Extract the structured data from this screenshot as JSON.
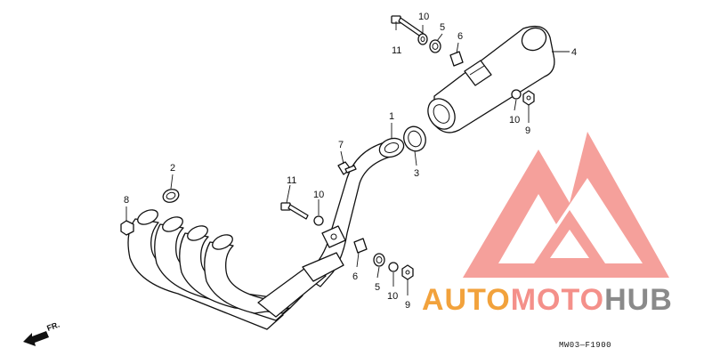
{
  "diagram": {
    "figure_code": "MW03—F1900",
    "direction_label": "FR.",
    "callouts": {
      "c1": "1",
      "c2": "2",
      "c3": "3",
      "c4": "4",
      "c5a": "5",
      "c5b": "5",
      "c6a": "6",
      "c6b": "6",
      "c7": "7",
      "c8": "8",
      "c9a": "9",
      "c9b": "9",
      "c10a": "10",
      "c10b": "10",
      "c10c": "10",
      "c10d": "10",
      "c11a": "11",
      "c11b": "11"
    }
  },
  "watermark": {
    "part1": "AUTO",
    "part2": "MOTO",
    "part3": "HUB",
    "colors": {
      "orange": "#f2a23c",
      "red": "#f4908a",
      "gray": "#8a8a8a"
    }
  }
}
